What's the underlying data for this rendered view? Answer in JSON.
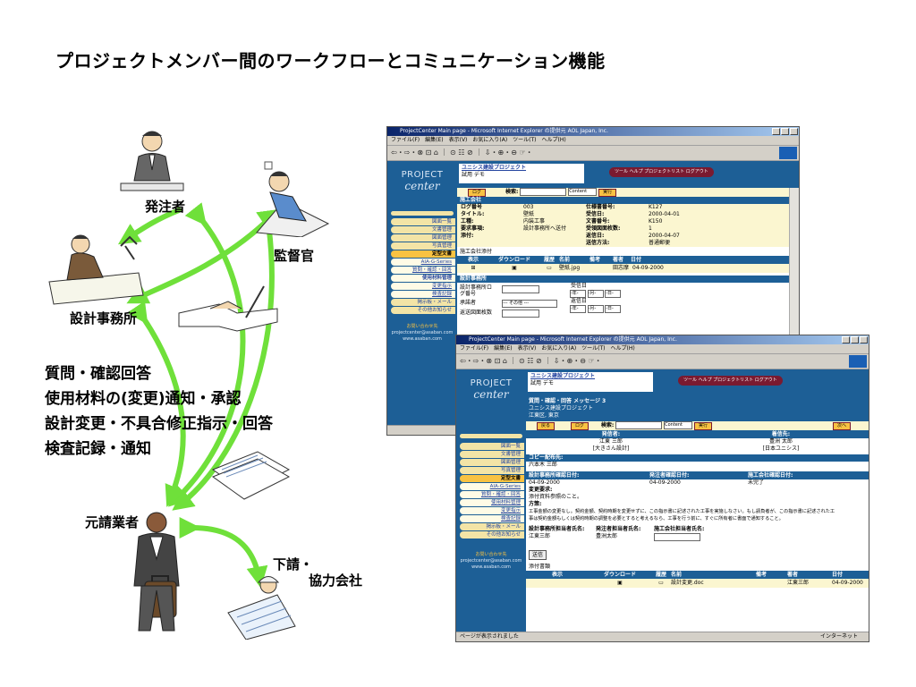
{
  "slide": {
    "title": "プロジェクトメンバー間のワークフローとコミュニケーション機能"
  },
  "roles": {
    "client": "発注者",
    "supervisor": "監督官",
    "design_office": "設計事務所",
    "prime_contractor": "元請業者",
    "subcontractor_line1": "下請・",
    "subcontractor_line2": "協力会社"
  },
  "bullets": [
    "質問・確認回答",
    "使用材料の(変更)通知・承認",
    "設計変更・不具合修正指示・回答",
    "検査記録・通知"
  ],
  "colors": {
    "arrow": "#6fe03a",
    "portal_blue": "#1d5f96",
    "nav_active": "#f8c242",
    "nav_item": "#f3e4a6",
    "row_yellow": "#fbf6d0"
  },
  "browser_back": {
    "title": "ProjectCenter Main page - Microsoft Internet Explorer の提供元 AOL Japan, Inc.",
    "menu": "ファイル(F)　編集(E)　表示(V)　お気に入り(A)　ツール(T)　ヘルプ(H)",
    "toolbar": "⇦・⇨・⊗ ⊡ ⌂ ｜ ⊙ ☷ ⊘ ｜ ⇩・⊕・⊖ ☞・",
    "logo_top": "PROJECT",
    "logo_bottom": "center",
    "project_name": "ユニシス建設プロジェクト",
    "project_sub": "試用 デモ",
    "header_pills": "ツール ヘルプ プロジェクトリスト ログアウト",
    "nav": [
      "図面一覧",
      "文書管理",
      "図面管理",
      "写真管理",
      "定型文書",
      "AIA-G-Series",
      "質問・確認・回答",
      "使用材料管理",
      "変更指示",
      "検査記録",
      "掲示板・メール",
      "その他お知らせ"
    ],
    "contact": [
      "お問い合わせ先",
      "projectcenter@asaban.com",
      "www.asaban.com"
    ],
    "search_label": "検索:",
    "search_option": "Content",
    "search_button": "実行",
    "log_button": "ログ",
    "section_company": "施工会社",
    "fields": [
      [
        "ログ番号",
        "003",
        "仕様書番号:",
        "K127"
      ],
      [
        "タイトル:",
        "壁紙",
        "受信日:",
        "2000-04-01"
      ],
      [
        "工種:",
        "内装工事",
        "文書番号:",
        "K150"
      ],
      [
        "要求事項:",
        "設計事務所へ送付",
        "受領図面枚数:",
        "1"
      ],
      [
        "添付:",
        "",
        "返信日:",
        "2000-04-07"
      ],
      [
        "",
        "",
        "送信方法:",
        "普通郵便"
      ]
    ],
    "attach_section": "施工会社添付",
    "attach_headers": [
      "表示",
      "ダウンロード",
      "履歴",
      "名前",
      "備考",
      "著者",
      "日付"
    ],
    "attach_row": [
      "壁紙.jpg",
      "田志摩",
      "04-09-2000"
    ],
    "design_section": "設計事務所",
    "design_label1": "設計事務所ロ",
    "design_label1b": "グ番号",
    "design_label2": "承諾者",
    "design_label3": "返送図面枚数",
    "received": "受信日",
    "reply": "返信日",
    "select_other": "--- その他 ---",
    "date_y": "-年-",
    "date_m": "-月-",
    "date_d": "-日-"
  },
  "browser_front": {
    "title": "ProjectCenter Main page - Microsoft Internet Explorer の提供元 AOL Japan, Inc.",
    "menu": "ファイル(F)　編集(E)　表示(V)　お気に入り(A)　ツール(T)　ヘルプ(H)",
    "toolbar": "⇦・⇨・⊗ ⊡ ⌂ ｜ ⊙ ☷ ⊘ ｜ ⇩・⊕・⊖ ☞・",
    "logo_top": "PROJECT",
    "logo_bottom": "center",
    "project_name": "ユニシス建設プロジェクト",
    "project_sub": "試用 デモ",
    "header_pills": "ツール ヘルプ プロジェクトリスト ログアウト",
    "nav": [
      "図面一覧",
      "文書管理",
      "図面管理",
      "写真管理",
      "定型文書",
      "AIA-G-Series",
      "質問・確認・回答",
      "使用材料管理",
      "変更指示",
      "検査記録",
      "掲示板・メール",
      "その他お知らせ"
    ],
    "contact": [
      "お問い合わせ先",
      "projectcenter@asaban.com",
      "www.asaban.com"
    ],
    "msg_title": "質問・確認・回答 メッセージ 3",
    "msg_project": "ユニシス建設プロジェクト",
    "msg_place": "江東区, 東京",
    "btn_back": "戻る",
    "btn_log": "ログ",
    "search_label": "検索:",
    "search_option": "Content",
    "search_button": "実行",
    "btn_next": "次へ",
    "sender_label": "発信者:",
    "sender_name": "江東 三郎",
    "sender_org": "[大きさん設計]",
    "recipient_label": "着信先:",
    "recipient_name": "豊洲 太郎",
    "recipient_org": "[日本ユニシス]",
    "cc_label": "コピー配布先:",
    "cc_name": "六本木 三郎",
    "d1_label": "設計事務所確認日付:",
    "d1_value": "04-09-2000",
    "d2_label": "発注者確認日付:",
    "d2_value": "04-09-2000",
    "d3_label": "施工会社確認日付:",
    "d3_value": "未完了",
    "change_label": "変更要求:",
    "change_text": "添付資料参照のこと。",
    "policy_label": "方策:",
    "policy_text1": "工事金額の変更なし。契約金額、契約時期を変更せずに、この指示書に記述された工事を実施しなさい。もし請負者が、この指示書に記述された工",
    "policy_text2": "事は契約金額もしくは契約時期の調整を必要とすると考えるなら、工事を行う前に、すぐに所有者に書面で通知すること。",
    "s1_label": "設計事務所担当者氏名:",
    "s1_value": "江東三郎",
    "s2_label": "発注者担当者氏名:",
    "s2_value": "豊洲太郎",
    "s3_label": "施工会社担当者氏名:",
    "send_button": "送信",
    "attach_section": "添付書類",
    "attach_headers": [
      "表示",
      "ダウンロード",
      "履歴",
      "名前",
      "備考",
      "著者",
      "日付"
    ],
    "attach_row": [
      "設計変更.doc",
      "江東三郎",
      "04-09-2000"
    ],
    "status": "ページが表示されました",
    "zone": "インターネット"
  }
}
